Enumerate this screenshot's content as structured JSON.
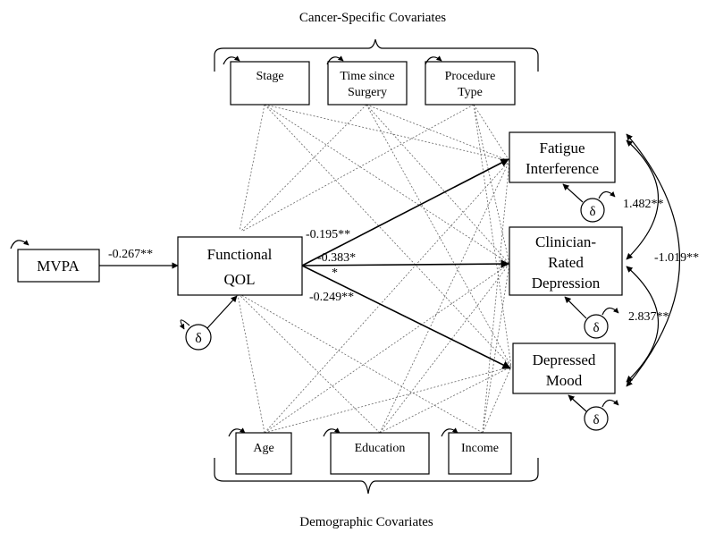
{
  "headers": {
    "top": "Cancer-Specific Covariates",
    "bottom": "Demographic Covariates"
  },
  "nodes": {
    "mvpa": "MVPA",
    "qol_line1": "Functional",
    "qol_line2": "QOL",
    "stage": "Stage",
    "time_line1": "Time since",
    "time_line2": "Surgery",
    "procedure_line1": "Procedure",
    "procedure_line2": "Type",
    "age": "Age",
    "education": "Education",
    "income": "Income",
    "fatigue_line1": "Fatigue",
    "fatigue_line2": "Interference",
    "clin_line1": "Clinician-",
    "clin_line2": "Rated",
    "clin_line3": "Depression",
    "mood_line1": "Depressed",
    "mood_line2": "Mood"
  },
  "error_symbol": "δ",
  "coefficients": {
    "mvpa_to_qol": "-0.267**",
    "qol_to_fatigue": "-0.195**",
    "qol_to_clin": "-0.383*",
    "qol_to_clin_extra": "*",
    "qol_to_mood": "-0.249**",
    "cov_fatigue_clin": "1.482**",
    "cov_clin_mood": "2.837**",
    "cov_fatigue_mood": "-1.019**"
  }
}
